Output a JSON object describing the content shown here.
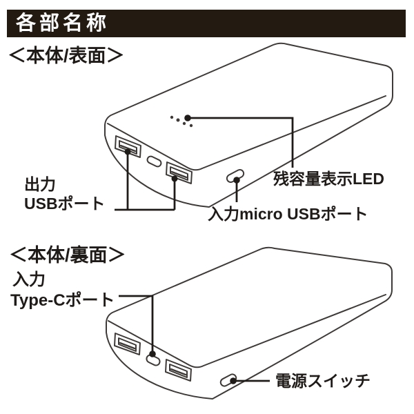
{
  "header": {
    "title": "各部名称"
  },
  "sections": {
    "front": {
      "heading": "＜本体/表面＞",
      "labels": {
        "output": {
          "line1": "出力",
          "line2": "USBポート"
        },
        "led": "残容量表示LED",
        "micro_usb": "入力micro USBポート"
      }
    },
    "back": {
      "heading": "＜本体/裏面＞",
      "labels": {
        "input": {
          "line1": "入力",
          "line2": "Type-Cポート"
        },
        "power_switch": "電源スイッチ"
      }
    }
  },
  "colors": {
    "background": "#ffffff",
    "header_bg": "#231a12",
    "header_text": "#ffffff",
    "line": "#3d3a37",
    "callout": "#1f1b18",
    "text": "#1f1b18"
  }
}
